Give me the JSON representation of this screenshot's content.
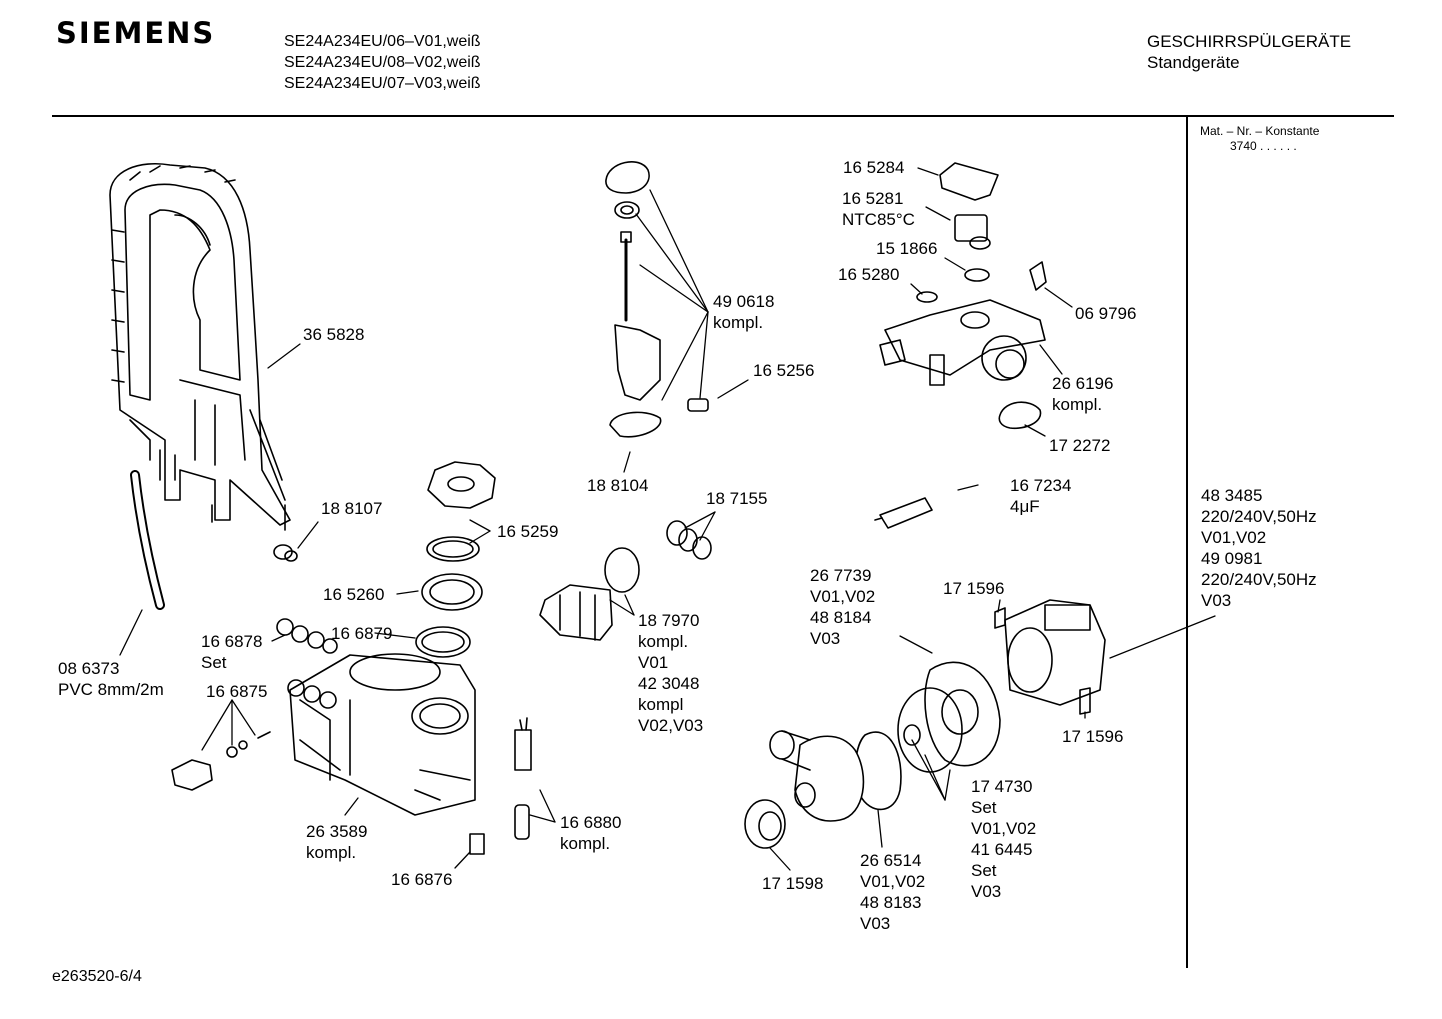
{
  "header": {
    "brand": "SIEMENS",
    "models": [
      "SE24A234EU/06–V01,weiß",
      "SE24A234EU/08–V02,weiß",
      "SE24A234EU/07–V03,weiß"
    ],
    "category": "GESCHIRRSPÜLGERÄTE",
    "subcategory": "Standgeräte"
  },
  "mat_nr": {
    "label": "Mat. – Nr. – Konstante",
    "value": "3740  .  .  .  .  .  ."
  },
  "footer": {
    "code": "e263520-6/4"
  },
  "parts": {
    "p365828": [
      "36 5828"
    ],
    "p188107": [
      "18 8107"
    ],
    "p086373": [
      "08 6373",
      "PVC 8mm/2m"
    ],
    "p166878": [
      "16 6878",
      "Set"
    ],
    "p166879": [
      "16 6879"
    ],
    "p166875": [
      "16 6875"
    ],
    "p165259": [
      "16 5259"
    ],
    "p165260": [
      "16 5260"
    ],
    "p263589": [
      "26 3589",
      "kompl."
    ],
    "p166876": [
      "16 6876"
    ],
    "p166880": [
      "16 6880",
      "kompl."
    ],
    "p490618": [
      "49 0618",
      "kompl."
    ],
    "p165256": [
      "16 5256"
    ],
    "p188104": [
      "18 8104"
    ],
    "p187155": [
      "18 7155"
    ],
    "p187970": [
      "18 7970",
      "kompl.",
      "V01",
      "42 3048",
      "kompl",
      "V02,V03"
    ],
    "p165284": [
      "16 5284"
    ],
    "p165281": [
      "16 5281",
      "NTC85°C"
    ],
    "p151866": [
      "15 1866"
    ],
    "p165280": [
      "16 5280"
    ],
    "p069796": [
      "06 9796"
    ],
    "p266196": [
      "26 6196",
      "kompl."
    ],
    "p172272": [
      "17 2272"
    ],
    "p167234": [
      "16 7234",
      "4μF"
    ],
    "p267739": [
      "26 7739",
      "V01,V02",
      "48 8184",
      "V03"
    ],
    "p171596a": [
      "17 1596"
    ],
    "p171596b": [
      "17 1596"
    ],
    "p483485": [
      "48 3485",
      "220/240V,50Hz",
      "V01,V02",
      "49 0981",
      "220/240V,50Hz",
      "V03"
    ],
    "p174730": [
      "17 4730",
      "Set",
      "V01,V02",
      "41 6445",
      "Set",
      "V03"
    ],
    "p266514": [
      "26 6514",
      "V01,V02",
      "48 8183",
      "V03"
    ],
    "p171598": [
      "17 1598"
    ]
  }
}
